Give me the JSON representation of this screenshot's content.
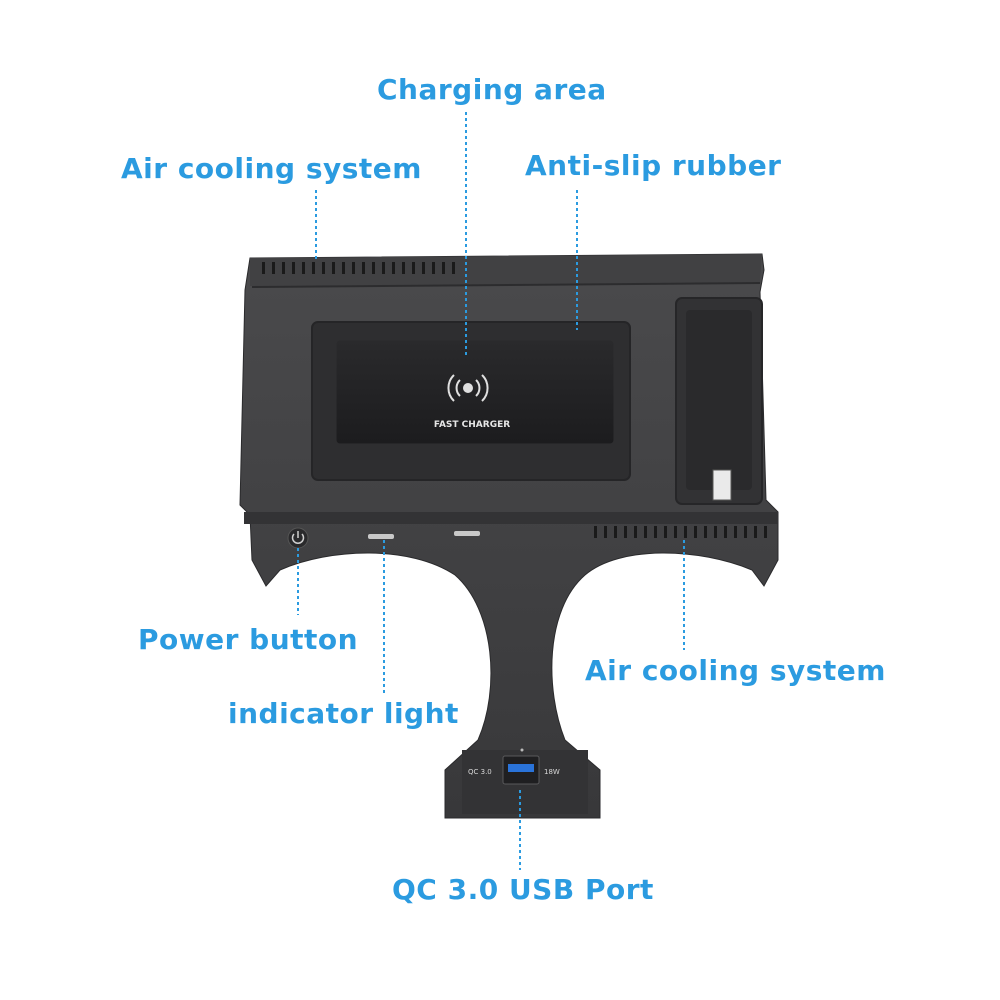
{
  "callouts": {
    "charging_area": "Charging area",
    "air_cooling_top": "Air cooling system",
    "anti_slip": "Anti-slip rubber",
    "power_button": "Power button",
    "air_cooling_right": "Air cooling system",
    "indicator_light": "indicator light",
    "usb_port": "QC 3.0 USB Port"
  },
  "device": {
    "pad_label": "FAST CHARGER",
    "port_label_left": "QC 3.0",
    "port_label_right": "18W"
  },
  "colors": {
    "callout": "#2b9be0",
    "body": "#3c3c3e",
    "pad": "#1f1f21"
  }
}
